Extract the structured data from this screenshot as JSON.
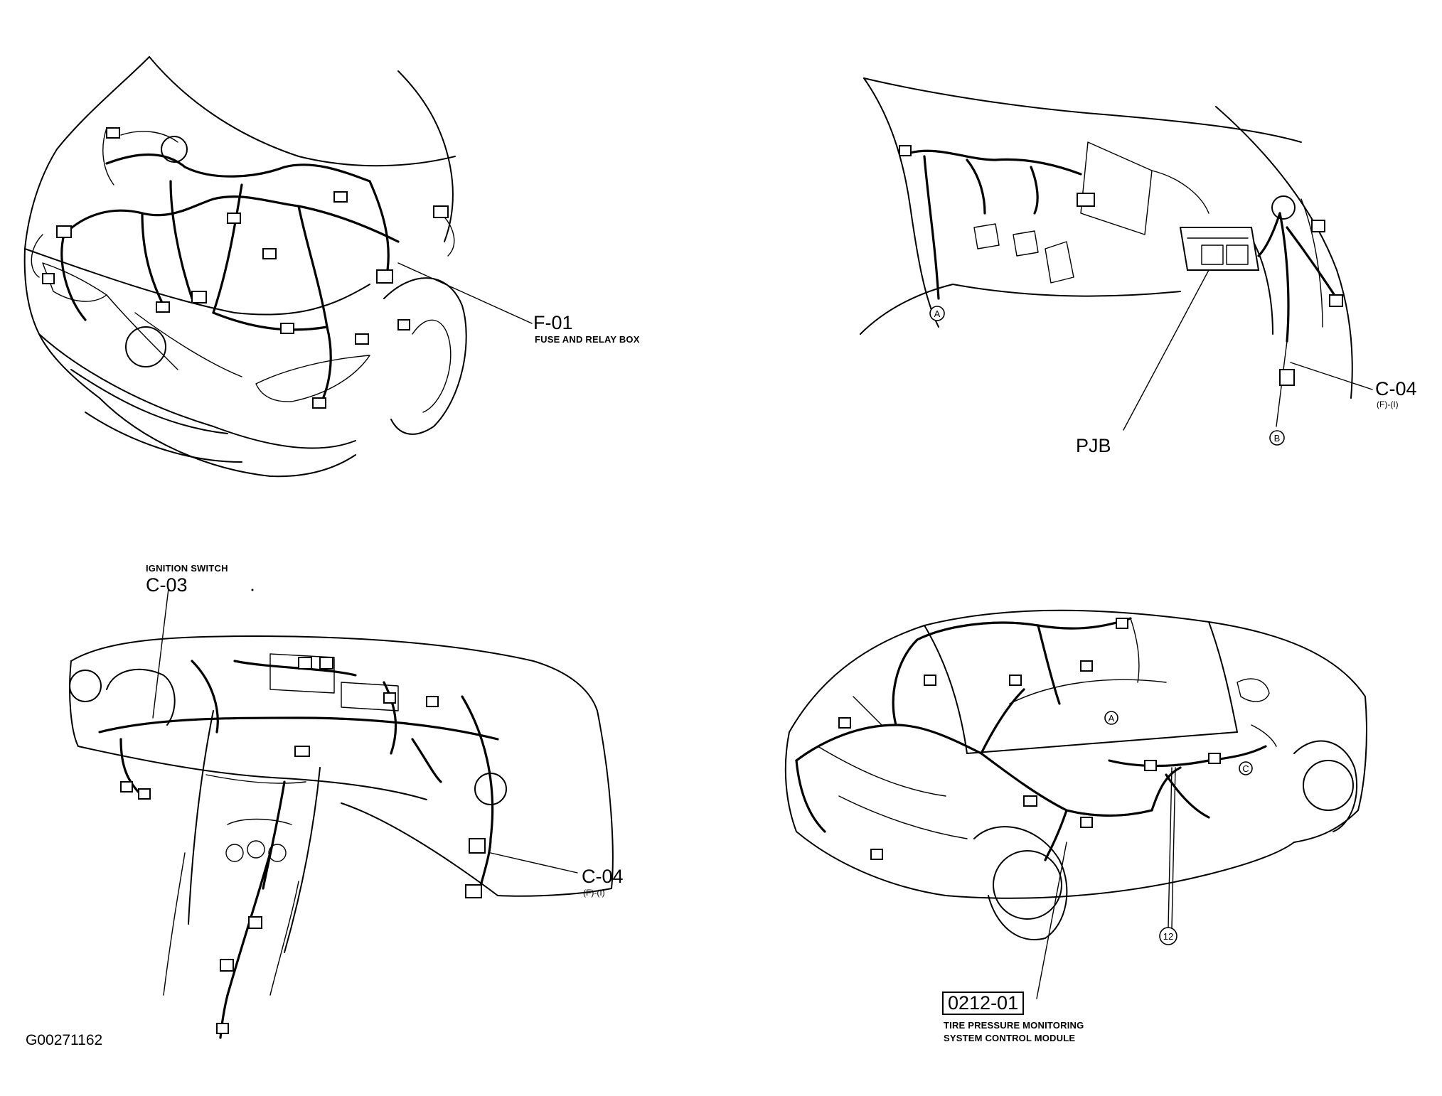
{
  "figure_id": "G00271162",
  "panels": {
    "engine": {
      "labels": [
        {
          "id": "f01",
          "code": "F-01",
          "desc": "FUSE AND RELAY BOX"
        }
      ]
    },
    "cabin_left": {
      "labels": [
        {
          "id": "pjb",
          "code": "PJB"
        },
        {
          "id": "c04a",
          "code": "C-04",
          "sub": "(F)-(I)"
        }
      ],
      "markers": [
        "A",
        "B"
      ]
    },
    "dashboard": {
      "labels": [
        {
          "id": "c03",
          "code": "C-03",
          "desc": "IGNITION SWITCH"
        },
        {
          "id": "c04b",
          "code": "C-04",
          "sub": "(F)-(I)"
        }
      ]
    },
    "rear": {
      "labels": [
        {
          "id": "tpms",
          "code": "0212-01",
          "desc_line1": "TIRE PRESSURE MONITORING",
          "desc_line2": "SYSTEM CONTROL MODULE"
        }
      ],
      "markers": [
        "12",
        "A",
        "C"
      ]
    }
  }
}
